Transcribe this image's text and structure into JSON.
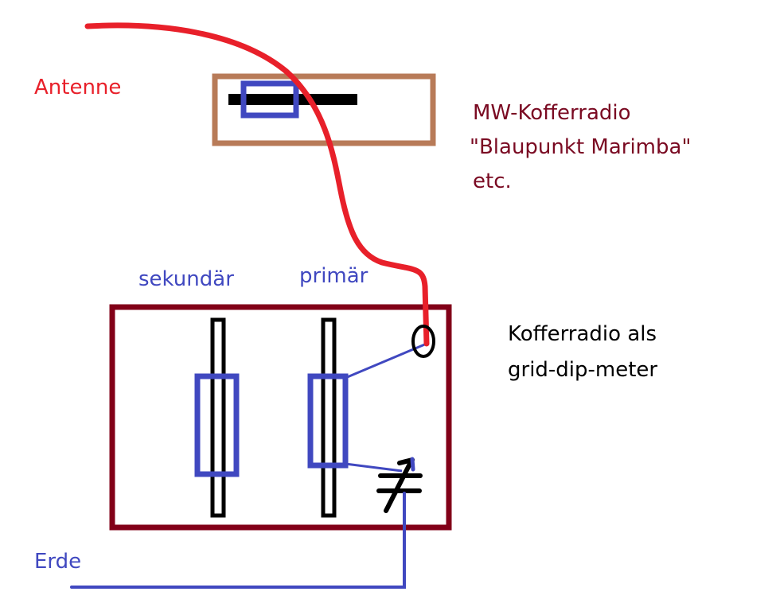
{
  "colors": {
    "antenna_wire": "#e8202a",
    "mw_radio_box": "#b87b58",
    "ferrite_rod": "#000000",
    "coil": "#4048c0",
    "gdm_box": "#820018",
    "label_red": "#e8202a",
    "label_darkred": "#7a0a22",
    "label_blue": "#4048c0",
    "label_black": "#000000",
    "ground_wire": "#4048c0"
  },
  "labels": {
    "antenne": "Antenne",
    "mw_radio_line1": "MW-Kofferradio",
    "mw_radio_line2": "\"Blaupunkt Marimba\"",
    "mw_radio_line3": "etc.",
    "sekundaer": "sekundär",
    "primaer": "primär",
    "gdm_line1": "Kofferradio als",
    "gdm_line2": "grid-dip-meter",
    "erde": "Erde"
  },
  "components": {
    "mw_radio": "ferrite rod antenna with coil",
    "gdm_secondary": "ferrite rod with secondary coil",
    "gdm_primary": "ferrite rod with primary coil",
    "antenna_terminal": "terminal",
    "tuning_capacitor": "variable capacitor"
  }
}
